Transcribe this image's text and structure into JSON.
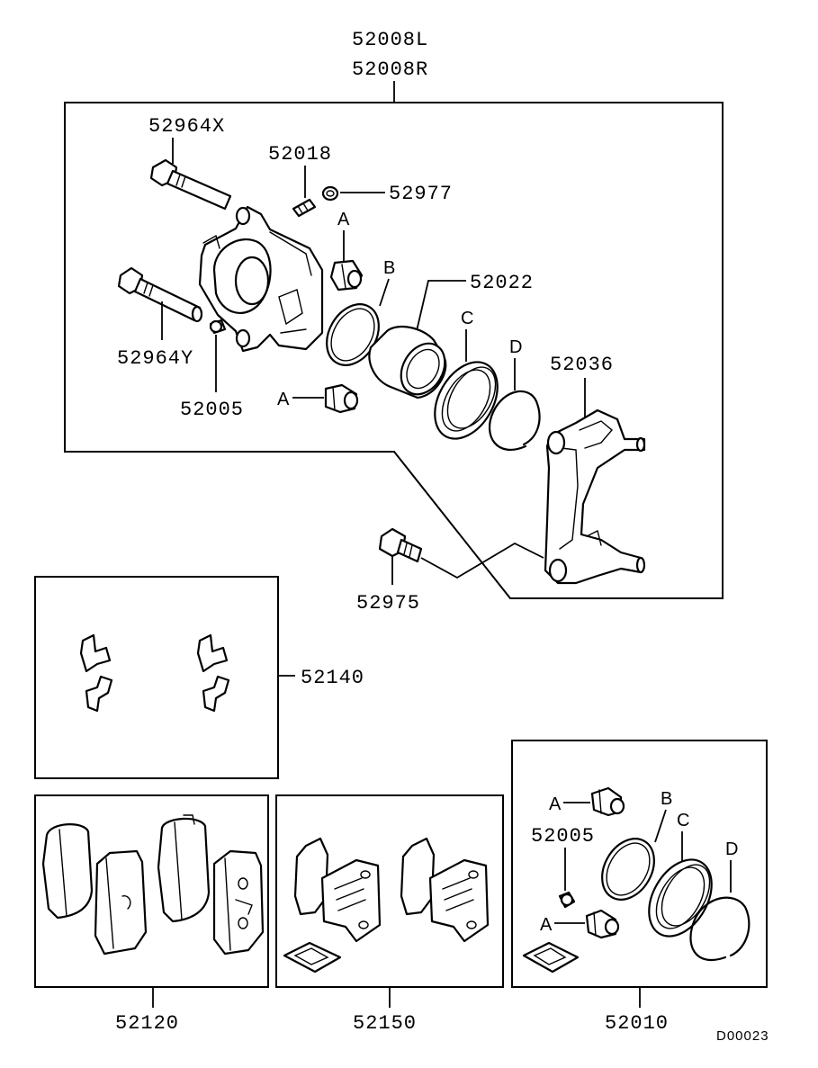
{
  "labels": {
    "caliper_l": "52008L",
    "caliper_r": "52008R",
    "pin_x": "52964X",
    "bleeder": "52018",
    "cap": "52977",
    "piston": "52022",
    "pin_y": "52964Y",
    "bushing": "52005",
    "support": "52036",
    "bolt": "52975",
    "clip_kit": "52140",
    "pad_kit": "52120",
    "shim_kit": "52150",
    "seal_kit": "52010",
    "seal_kit_bushing": "52005",
    "ref_a1": "A",
    "ref_a2": "A",
    "ref_b": "B",
    "ref_c": "C",
    "ref_d": "D",
    "kit_a1": "A",
    "kit_a2": "A",
    "kit_b": "B",
    "kit_c": "C",
    "kit_d": "D",
    "diagram_id": "D00023"
  }
}
